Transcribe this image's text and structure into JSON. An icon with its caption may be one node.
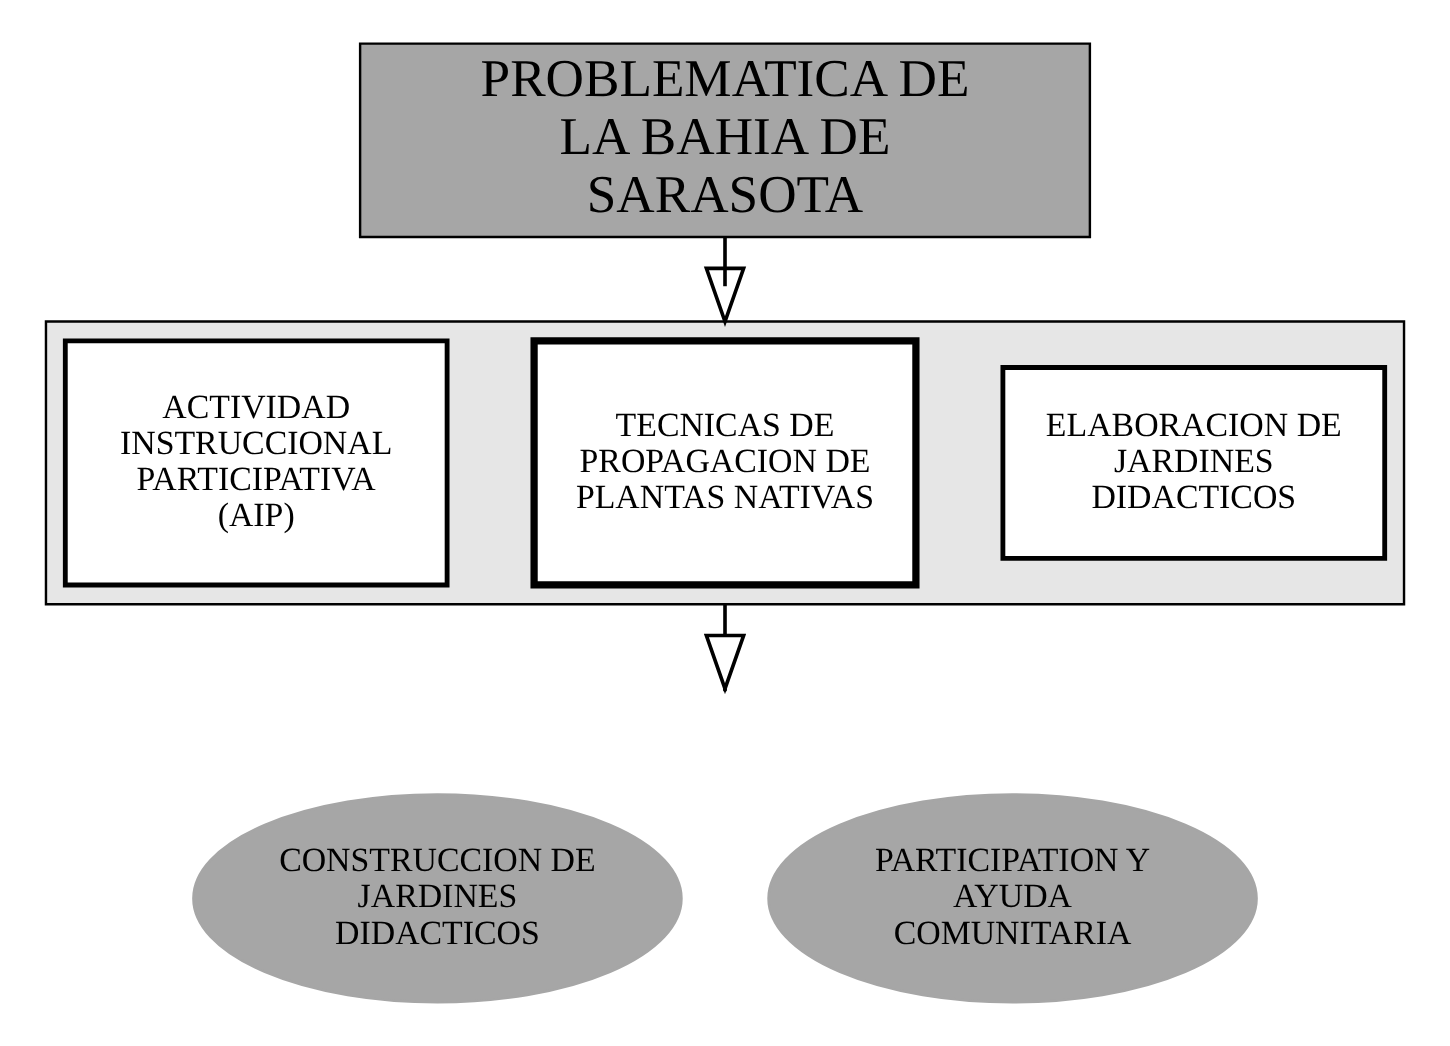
{
  "diagram": {
    "nodes": [
      {
        "text": [
          "PROBLEMATICA DE LA BAHIA DE SARASOTA"
        ]
      },
      {
        "text": [],
        "shape": "box"
      },
      {
        "text": [
          "ACTIVIDAD INSTRUCCIONAL PARTICIPATIVA (AIP)"
        ],
        "in": 1
      },
      {
        "text": [
          "TECNICAS DE PROPAGACION DE PLANTAS NATIVAS"
        ],
        "in": 1
      },
      {
        "text": [
          "ELABORACION DE JARDINES DIDACTICOS"
        ],
        "in": 1
      },
      {
        "text": [
          "CONSTRUCCION DE JARDINES DIDACTICOS"
        ]
      },
      {
        "text": [
          "PARTICIPATION Y AYUDA COMUNITARIA"
        ]
      }
    ],
    "edges": [
      {
        "from": 0,
        "to": 1,
        "arrow": "to"
      },
      {
        "from": 1,
        "to": null,
        "arrow": "to"
      }
    ]
  }
}
